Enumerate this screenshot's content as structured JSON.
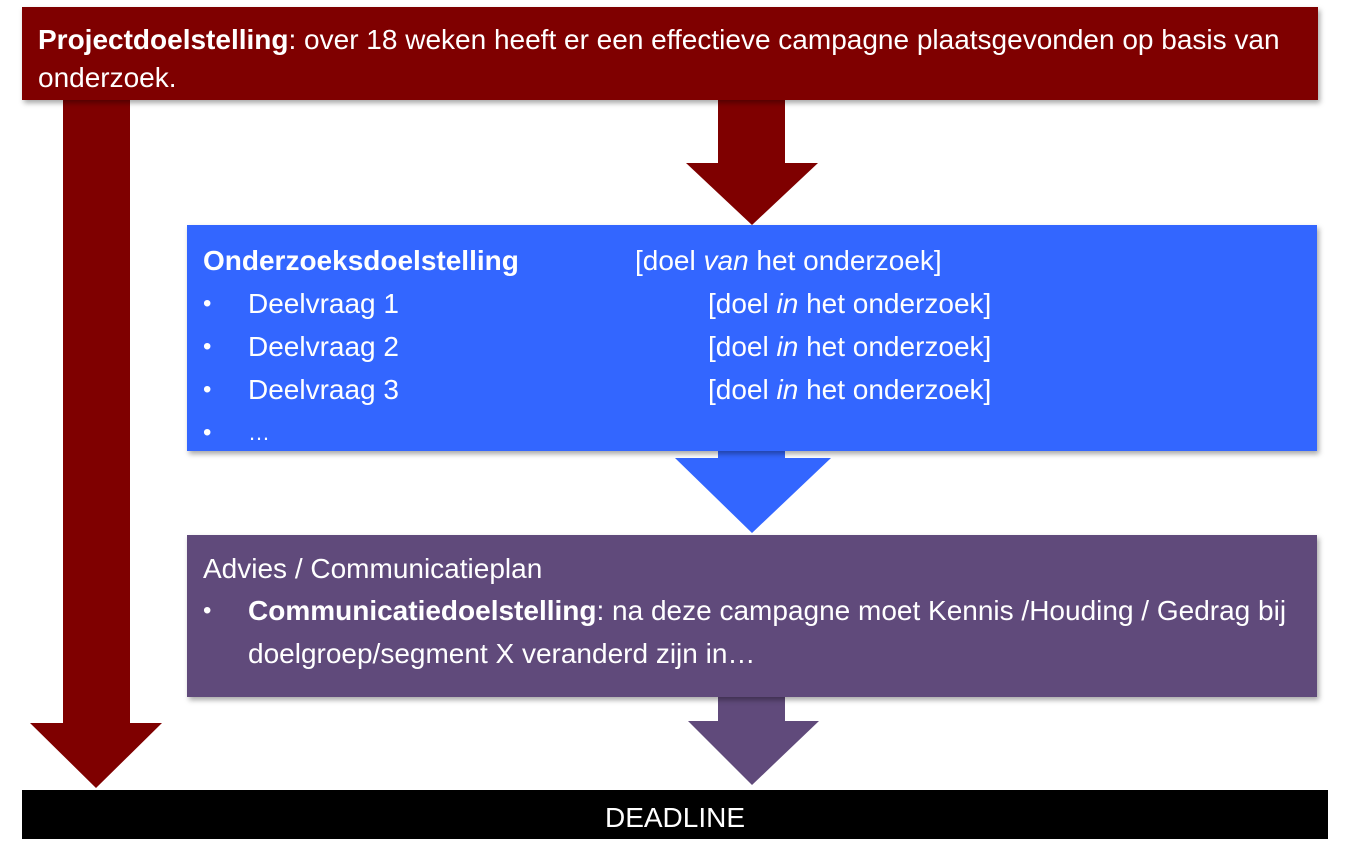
{
  "project": {
    "label": "Projectdoelstelling",
    "text": ": over 18 weken heeft er een effectieve campagne plaatsgevonden op basis van onderzoek."
  },
  "research": {
    "title": "Onderzoeksdoelstelling",
    "title_note_prefix": "[doel ",
    "title_note_em": "van",
    "title_note_suffix": " het onderzoek]",
    "bullet": "•",
    "items": [
      {
        "label": "Deelvraag 1",
        "note_prefix": "[doel ",
        "note_em": "in",
        "note_suffix": " het onderzoek]"
      },
      {
        "label": "Deelvraag 2",
        "note_prefix": "[doel ",
        "note_em": "in",
        "note_suffix": " het onderzoek]"
      },
      {
        "label": "Deelvraag 3",
        "note_prefix": "[doel ",
        "note_em": "in",
        "note_suffix": " het onderzoek]"
      }
    ],
    "more": "…"
  },
  "advice": {
    "title": "Advies / Communicatieplan",
    "bullet": "•",
    "goal_label": "Communicatiedoelstelling",
    "goal_text": ": na deze campagne moet Kennis /Houding / Gedrag bij doelgroep/segment X veranderd zijn in…"
  },
  "deadline": {
    "label": "DEADLINE"
  },
  "colors": {
    "project": "#7f0000",
    "research": "#3366ff",
    "advice": "#604a7b",
    "deadline": "#000000"
  }
}
